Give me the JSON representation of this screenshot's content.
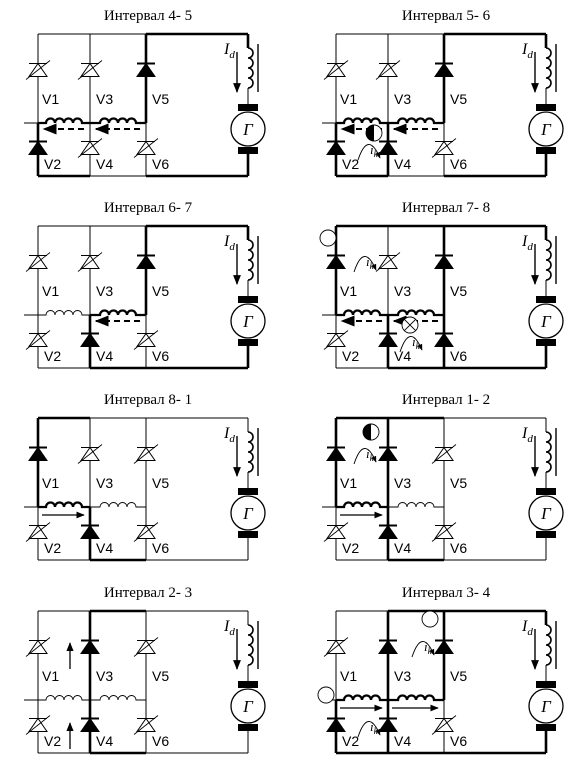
{
  "panels": [
    {
      "title": "Интервал 4-  5",
      "diodes": {
        "V1": "off",
        "V2": "on",
        "V3": "off",
        "V4": "off",
        "V5": "on",
        "V6": "off"
      },
      "bold_rails": [
        "top_right",
        "bottom_left",
        "bottom_right"
      ],
      "bold_midline": [
        0,
        1,
        2
      ],
      "dashed_arrows": [
        {
          "from": 2,
          "to": 1
        },
        {
          "from": 1,
          "to": 0
        }
      ],
      "solid_arrows": [],
      "ik_arrows": [],
      "markers": []
    },
    {
      "title": "Интервал 5-  6",
      "diodes": {
        "V1": "off",
        "V2": "on",
        "V3": "off",
        "V4": "on",
        "V5": "on",
        "V6": "off"
      },
      "bold_rails": [
        "top_right",
        "bottom_left",
        "bottom_right"
      ],
      "bold_midline": [
        0,
        1,
        2
      ],
      "dashed_arrows": [
        {
          "from": 2,
          "to": 1
        },
        {
          "from": 1,
          "to": 0
        }
      ],
      "solid_arrows": [],
      "ik_arrows": [
        {
          "cell": "bottom_left",
          "label": "i",
          "sub": "k"
        }
      ],
      "markers": [
        {
          "type": "half",
          "cell": "bottom_left"
        }
      ]
    },
    {
      "title": "Интервал 6-  7",
      "diodes": {
        "V1": "off",
        "V2": "off",
        "V3": "off",
        "V4": "on",
        "V5": "on",
        "V6": "off"
      },
      "bold_rails": [
        "top_right",
        "bottom_mid",
        "bottom_right"
      ],
      "bold_midline": [
        1,
        2
      ],
      "dashed_arrows": [
        {
          "from": 2,
          "to": 1
        }
      ],
      "solid_arrows": [],
      "ik_arrows": [],
      "markers": []
    },
    {
      "title": "Интервал 7-  8",
      "diodes": {
        "V1": "on",
        "V2": "off",
        "V3": "off",
        "V4": "on",
        "V5": "on",
        "V6": "on"
      },
      "bold_rails": [
        "top_left",
        "top_mid",
        "top_right",
        "bottom_mid",
        "bottom_right"
      ],
      "bold_midline": [
        0,
        1,
        2
      ],
      "dashed_arrows": [
        {
          "from": 1,
          "to": 0
        },
        {
          "from": 2,
          "to": 1
        }
      ],
      "solid_arrows": [],
      "ik_arrows": [
        {
          "cell": "top_left",
          "label": "i",
          "sub": "k"
        },
        {
          "cell": "bottom_mid",
          "label": "i",
          "sub": "k"
        }
      ],
      "markers": [
        {
          "type": "empty",
          "cell": "outside_top_left"
        },
        {
          "type": "cross",
          "cell": "bottom_mid"
        }
      ]
    },
    {
      "title": "Интервал 8-  1",
      "diodes": {
        "V1": "on",
        "V2": "off",
        "V3": "off",
        "V4": "on",
        "V5": "off",
        "V6": "off"
      },
      "bold_rails": [
        "top_left",
        "bottom_mid"
      ],
      "bold_midline": [
        0,
        1
      ],
      "dashed_arrows": [],
      "solid_arrows": [
        {
          "from": 0,
          "to": 1
        }
      ],
      "ik_arrows": [],
      "markers": []
    },
    {
      "title": "Интервал 1-  2",
      "diodes": {
        "V1": "on",
        "V2": "off",
        "V3": "on",
        "V4": "on",
        "V5": "off",
        "V6": "off"
      },
      "bold_rails": [
        "top_left",
        "top_mid",
        "bottom_mid"
      ],
      "bold_midline": [
        0,
        1
      ],
      "dashed_arrows": [],
      "solid_arrows": [
        {
          "from": 0,
          "to": 1
        }
      ],
      "ik_arrows": [
        {
          "cell": "top_left",
          "label": "i",
          "sub": "k"
        }
      ],
      "markers": [
        {
          "type": "half",
          "cell": "top_left"
        }
      ]
    },
    {
      "title": "Интервал 2-  3",
      "diodes": {
        "V1": "off",
        "V2": "off",
        "V3": "on",
        "V4": "on",
        "V5": "off",
        "V6": "off"
      },
      "bold_rails": [
        "top_mid",
        "bottom_mid"
      ],
      "bold_midline": [],
      "dashed_arrows": [],
      "solid_arrows": [],
      "ik_arrows": [],
      "markers": [],
      "up_arrows": [
        "top_left",
        "bottom_left"
      ]
    },
    {
      "title": "Интервал 3-  4",
      "diodes": {
        "V1": "off",
        "V2": "on",
        "V3": "on",
        "V4": "on",
        "V5": "on",
        "V6": "off"
      },
      "bold_rails": [
        "top_mid",
        "top_right",
        "bottom_left",
        "bottom_mid",
        "bottom_right"
      ],
      "bold_midline": [
        0,
        1,
        2
      ],
      "dashed_arrows": [],
      "solid_arrows": [
        {
          "from": 0,
          "to": 1
        },
        {
          "from": 1,
          "to": 2
        }
      ],
      "ik_arrows": [
        {
          "cell": "top_right",
          "label": "i",
          "sub": "k"
        },
        {
          "cell": "bottom_left",
          "label": "i",
          "sub": "k"
        }
      ],
      "markers": [
        {
          "type": "empty",
          "cell": "top_right"
        },
        {
          "type": "empty",
          "cell": "outside_left"
        }
      ]
    }
  ],
  "labels": {
    "diodes": [
      "V1",
      "V2",
      "V3",
      "V4",
      "V5",
      "V6"
    ],
    "current_symbol": "I",
    "current_sub": "d",
    "motor_symbol": "Г"
  }
}
